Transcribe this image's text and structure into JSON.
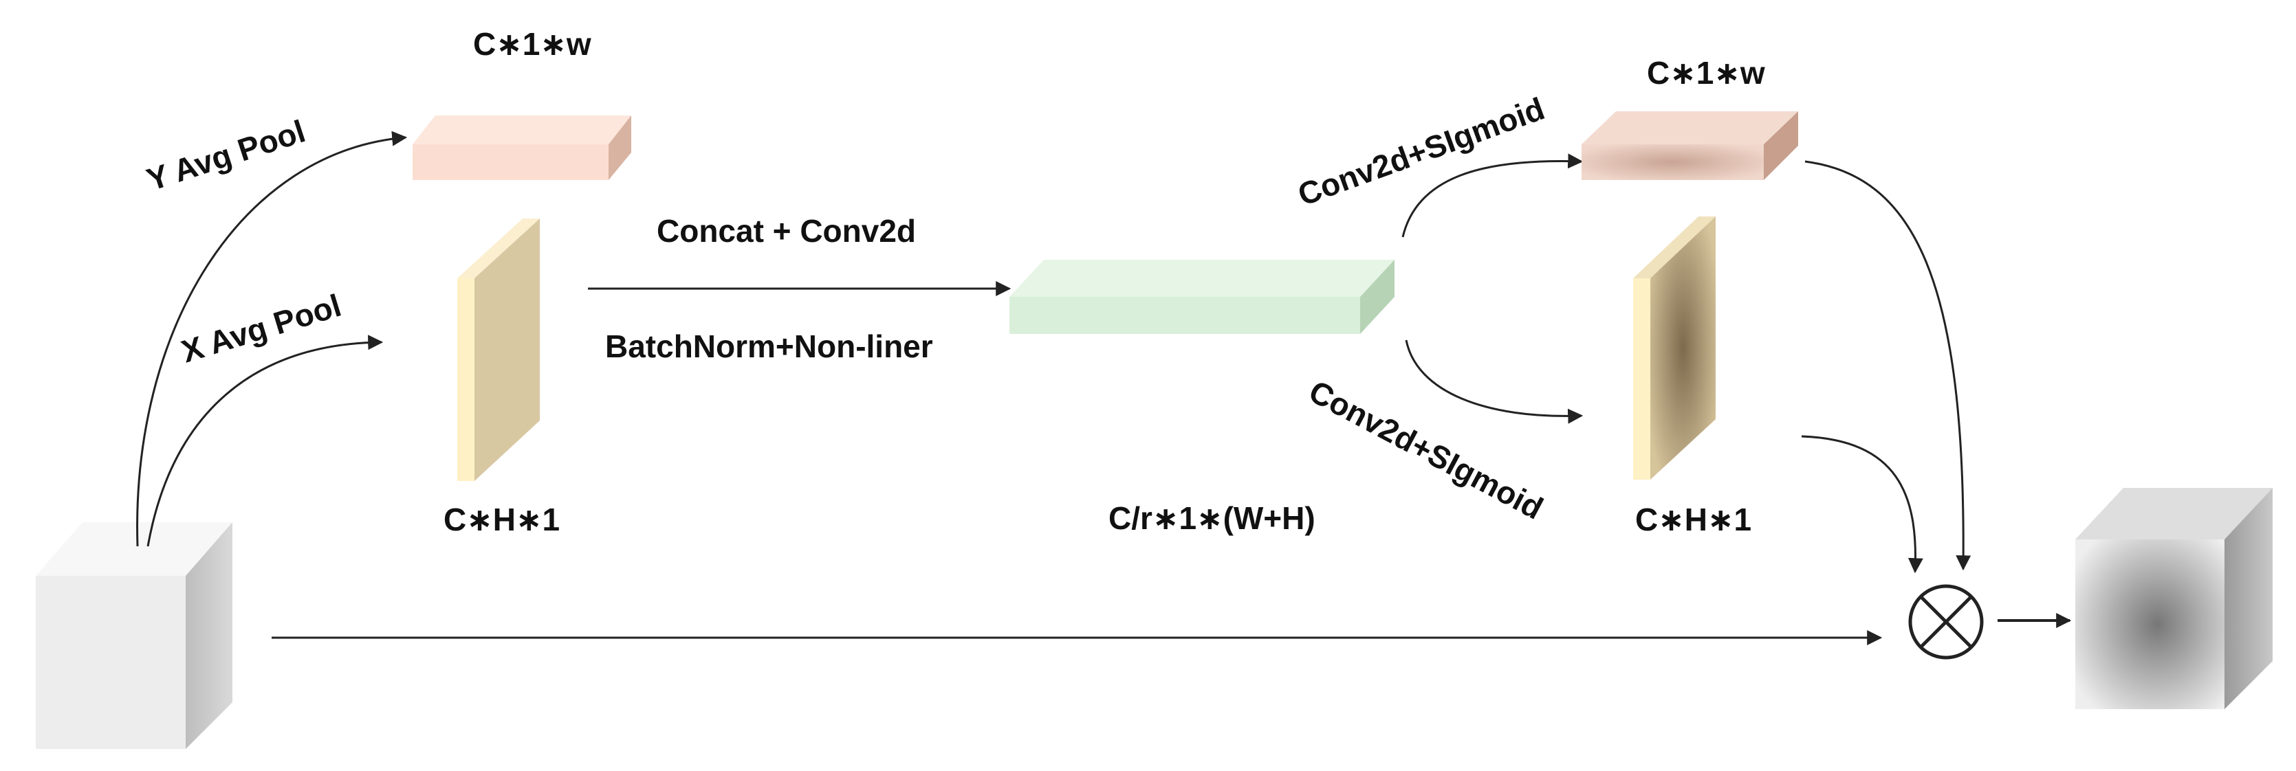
{
  "labels": {
    "y_avg_pool": "Y  Avg Pool",
    "x_avg_pool": "X  Avg Pool",
    "top_shape_left": "C∗1∗w",
    "side_shape_left": "C∗H∗1",
    "concat": "Concat + Conv2d",
    "batchnorm": "BatchNorm+Non-liner",
    "mid_shape": "C/r∗1∗(W+H)",
    "conv_sig_top": "Conv2d+SIgmoid",
    "conv_sig_bottom": "Conv2d+SIgmoid",
    "top_shape_right": "C∗1∗w",
    "side_shape_right": "C∗H∗1"
  },
  "colors": {
    "input_cube": "#eeeeee",
    "pool_top": "#fbe3d8",
    "pool_side": "#d8c8a2",
    "pool_side_edge": "#fff2c8",
    "concat_bar": "#dcf0dc",
    "attn_top": "#e6c4b2",
    "attn_side": "#b8a27a",
    "output_cube": "#d0d0d0",
    "line": "#222222"
  },
  "icons": {
    "multiply": "circle-times-icon"
  }
}
